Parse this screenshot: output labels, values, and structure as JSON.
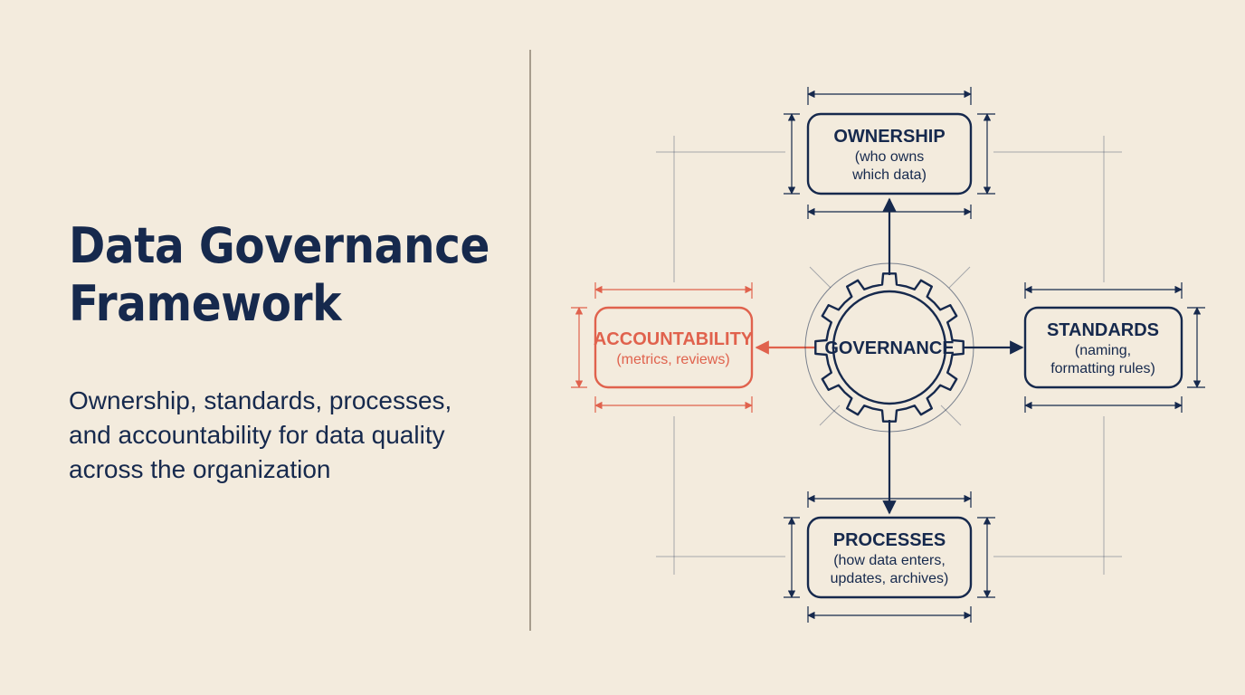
{
  "title": {
    "line1": "Data Governance",
    "line2": "Framework"
  },
  "subtitle": {
    "line1": "Ownership, standards, processes,",
    "line2": "and accountability for data quality",
    "line3": "across the organization"
  },
  "colors": {
    "background": "#f3ebdd",
    "navy": "#16294d",
    "accent_red": "#e0624d",
    "divider": "#a79d8d"
  },
  "diagram": {
    "center": {
      "label": "GOVERNANCE",
      "icon": "gear-icon"
    },
    "nodes": {
      "ownership": {
        "title": "OWNERSHIP",
        "sub1": "(who owns",
        "sub2": "which data)"
      },
      "standards": {
        "title": "STANDARDS",
        "sub1": "(naming,",
        "sub2": "formatting rules)"
      },
      "processes": {
        "title": "PROCESSES",
        "sub1": "(how data enters,",
        "sub2": "updates, archives)"
      },
      "accountability": {
        "title": "ACCOUNTABILITY",
        "sub1": "(metrics, reviews)"
      }
    }
  }
}
